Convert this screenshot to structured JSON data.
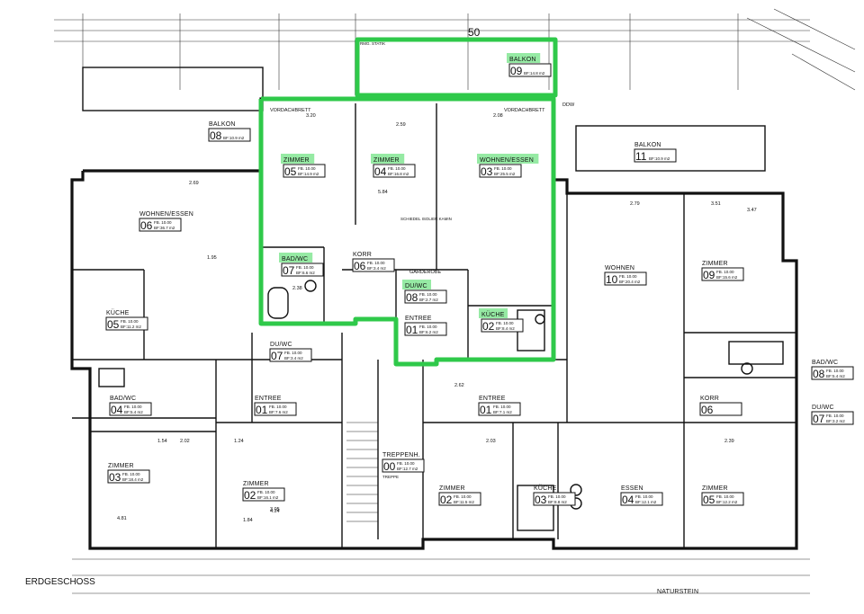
{
  "floor_label": "ERDGESCHOSS",
  "colors": {
    "highlight": "#2fc94a",
    "ink": "#111111"
  },
  "rooms": [
    {
      "id": "l-wohnen",
      "name": "WOHNEN/ESSEN",
      "num": "06",
      "fb": "FB. 10.00",
      "area": "BF:36.7 m2"
    },
    {
      "id": "l-balkon",
      "name": "BALKON",
      "num": "08",
      "fb": "",
      "area": "BF:10.9 m2"
    },
    {
      "id": "l-kueche",
      "name": "KÜCHE",
      "num": "05",
      "fb": "FB. 10.00",
      "area": "BF:11.2 m2"
    },
    {
      "id": "l-badwc",
      "name": "BAD/WC",
      "num": "04",
      "fb": "FB. 10.00",
      "area": "BF:5.4 m2"
    },
    {
      "id": "l-zimmer03",
      "name": "ZIMMER",
      "num": "03",
      "fb": "FB. 10.00",
      "area": "BF:18.4 m2"
    },
    {
      "id": "l-zimmer02",
      "name": "ZIMMER",
      "num": "02",
      "fb": "FB. 10.00",
      "area": "BF:16.1 m2"
    },
    {
      "id": "l-entree",
      "name": "ENTREE",
      "num": "01",
      "fb": "FB. 10.00",
      "area": "BF:7.6 m2"
    },
    {
      "id": "l-du07",
      "name": "DU/WC",
      "num": "07",
      "fb": "FB. 10.00",
      "area": "BF:3.4 m2"
    },
    {
      "id": "h-zimmer05",
      "name": "ZIMMER",
      "num": "05",
      "fb": "FB. 10.00",
      "area": "BF:14.9 m2"
    },
    {
      "id": "h-zimmer04",
      "name": "ZIMMER",
      "num": "04",
      "fb": "FB. 10.00",
      "area": "BF:16.8 m2"
    },
    {
      "id": "h-wohnen",
      "name": "WOHNEN/ESSEN",
      "num": "03",
      "fb": "FB. 10.00",
      "area": "BF:25.5 m2"
    },
    {
      "id": "h-balkon",
      "name": "BALKON",
      "num": "09",
      "fb": "",
      "area": "BF:14.8 m2"
    },
    {
      "id": "h-badwc",
      "name": "BAD/WC",
      "num": "07",
      "fb": "FB. 10.00",
      "area": "BF:6.6 m2"
    },
    {
      "id": "h-korr",
      "name": "KORR",
      "num": "06",
      "fb": "FB. 10.00",
      "area": "BF:3.4 m2"
    },
    {
      "id": "h-duwc",
      "name": "DU/WC",
      "num": "08",
      "fb": "FB. 10.00",
      "area": "BF:2.7 m2"
    },
    {
      "id": "h-entree",
      "name": "ENTREE",
      "num": "01",
      "fb": "FB. 10.00",
      "area": "BF:6.2 m2"
    },
    {
      "id": "h-kueche",
      "name": "KÜCHE",
      "num": "02",
      "fb": "FB. 10.00",
      "area": "BF:8.4 m2"
    },
    {
      "id": "c-treppe",
      "name": "TREPPENH.",
      "num": "00",
      "fb": "FB. 10.00",
      "area": "BF:12.7 m2"
    },
    {
      "id": "c-zimmer02",
      "name": "ZIMMER",
      "num": "02",
      "fb": "FB. 10.00",
      "area": "BF:11.5 m2"
    },
    {
      "id": "c-entree",
      "name": "ENTREE",
      "num": "01",
      "fb": "FB. 10.00",
      "area": "BF:7.1 m2"
    },
    {
      "id": "c-kueche",
      "name": "KÜCHE",
      "num": "03",
      "fb": "FB. 10.00",
      "area": "BF:8.8 m2"
    },
    {
      "id": "r-balkon",
      "name": "BALKON",
      "num": "11",
      "fb": "",
      "area": "BF:10.9 m2"
    },
    {
      "id": "r-wohnen",
      "name": "WOHNEN",
      "num": "10",
      "fb": "FB. 10.00",
      "area": "BF:20.4 m2"
    },
    {
      "id": "r-zimmer09",
      "name": "ZIMMER",
      "num": "09",
      "fb": "FB. 10.00",
      "area": "BF:15.6 m2"
    },
    {
      "id": "r-badwc",
      "name": "BAD/WC",
      "num": "08",
      "fb": "FB. 10.00",
      "area": "BF:5.4 m2"
    },
    {
      "id": "r-duwc",
      "name": "DU/WC",
      "num": "07",
      "fb": "FB. 10.00",
      "area": "BF:3.2 m2"
    },
    {
      "id": "r-korr",
      "name": "KORR",
      "num": "06",
      "fb": "",
      "area": ""
    },
    {
      "id": "r-essen",
      "name": "ESSEN",
      "num": "04",
      "fb": "FB. 10.00",
      "area": "BF:12.1 m2"
    },
    {
      "id": "r-zimmer05",
      "name": "ZIMMER",
      "num": "05",
      "fb": "FB. 10.00",
      "area": "BF:12.2 m2"
    }
  ],
  "misc_labels": {
    "naturstein": "NATURSTEIN",
    "vordachbrett": "VORDACHBRETT",
    "garderobe": "GARDEROBE",
    "schiedel": "SCHIEDEL ISOLIER KAMIN",
    "ddw": "DDW",
    "fifty": "50",
    "treppe": "TREPPE",
    "rmg": "RMG. STATIK"
  },
  "dimensions": [
    "3.20",
    "2.59",
    "2.08",
    "2.69",
    "3.51",
    "2.79",
    "5.84",
    "4.81",
    "3.05",
    "2.38",
    "1.84",
    "1.54",
    "1.24",
    "2.02",
    "2.03",
    "2.62",
    "4.24",
    "3.47",
    "2.39",
    "1.95"
  ]
}
